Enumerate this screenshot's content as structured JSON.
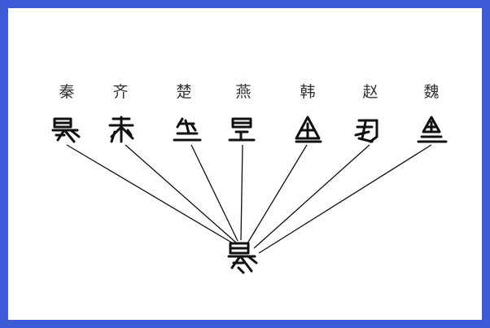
{
  "frame_color": "#3d5bd6",
  "states": [
    {
      "id": "qin",
      "label": "秦"
    },
    {
      "id": "qi",
      "label": "齐"
    },
    {
      "id": "chu",
      "label": "楚"
    },
    {
      "id": "yan",
      "label": "燕"
    },
    {
      "id": "han",
      "label": "韩"
    },
    {
      "id": "zhao",
      "label": "赵"
    },
    {
      "id": "wei",
      "label": "魏"
    }
  ]
}
